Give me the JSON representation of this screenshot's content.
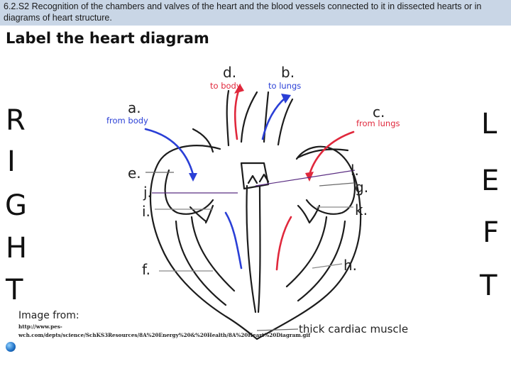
{
  "header": {
    "banner_text": "6.2.S2 Recognition of the chambers and valves of the heart and the blood vessels connected to it in dissected hearts or in diagrams of heart structure."
  },
  "title": "Label the heart diagram",
  "side_words": {
    "right": [
      "R",
      "I",
      "G",
      "H",
      "T"
    ],
    "left": [
      "L",
      "E",
      "F",
      "T"
    ]
  },
  "labels": {
    "a": "a.",
    "b": "b.",
    "c": "c.",
    "d": "d.",
    "e": "e.",
    "f": "f.",
    "g": "g.",
    "h": "h.",
    "i": "i.",
    "j": "j.",
    "k": "k.",
    "l": "l."
  },
  "sublabels": {
    "from_body": "from body",
    "to_body": "to body",
    "to_lungs": "to lungs",
    "from_lungs": "from lungs"
  },
  "source": {
    "heading": "Image from:",
    "url": "http://www.pes-wch.com/depts/science/SchKS3Resources/8A%20Energy%20&%20Health/8A%20Heart%20Diagram.gif"
  },
  "annotation": "thick cardiac muscle",
  "colors": {
    "banner_bg": "#c9d6e6",
    "deoxygenated_blue": "#2a3fd6",
    "oxygenated_red": "#e0283c",
    "pointer_purple": "#5a2d82",
    "pointer_gray": "#8a8a8a"
  }
}
